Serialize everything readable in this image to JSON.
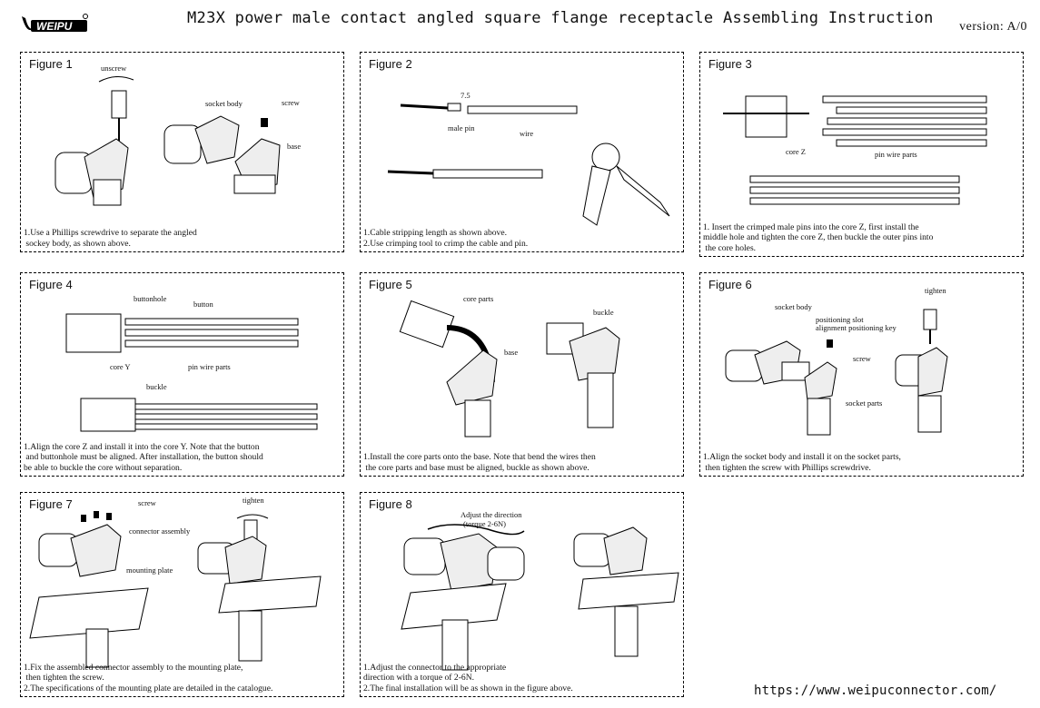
{
  "header": {
    "logo_text": "WEIPU",
    "title": "M23X power male contact angled square flange receptacle Assembling Instruction",
    "version": "version: A/0"
  },
  "figures": [
    {
      "label": "Figure 1",
      "callouts": [
        "unscrew",
        "socket body",
        "screw",
        "base"
      ],
      "caption": [
        "1.Use a Phillips screwdrive to separate the angled",
        " sockey body, as shown above."
      ]
    },
    {
      "label": "Figure 2",
      "callouts": [
        "7.5",
        "male pin",
        "wire"
      ],
      "caption": [
        "1.Cable stripping length as shown above.",
        "2.Use crimping tool to crimp the cable and pin."
      ]
    },
    {
      "label": "Figure 3",
      "callouts": [
        "core Z",
        "pin wire parts"
      ],
      "caption": [
        "1. Insert the crimped male pins into the core Z, first install the",
        "middle hole and tighten the core Z, then buckle the outer pins into",
        " the core holes."
      ]
    },
    {
      "label": "Figure 4",
      "callouts": [
        "buttonhole",
        "button",
        "core Y",
        "pin wire parts",
        "buckle"
      ],
      "caption": [
        "1.Align the core Z and install it into the core Y. Note that the button",
        " and buttonhole must be aligned. After installation, the button should",
        "be able to buckle the core without separation."
      ]
    },
    {
      "label": "Figure 5",
      "callouts": [
        "core parts",
        "buckle",
        "base"
      ],
      "caption": [
        "1.Install the core parts onto the base. Note that bend the wires then",
        " the core parts and base must be aligned, buckle as shown above."
      ]
    },
    {
      "label": "Figure 6",
      "callouts": [
        "tighten",
        "socket body",
        "positioning slot",
        "alignment positioning key",
        "screw",
        "socket parts"
      ],
      "caption": [
        "1.Align the socket body and install it on the socket parts,",
        " then tighten the screw with Phillips screwdrive."
      ]
    },
    {
      "label": "Figure 7",
      "callouts": [
        "screw",
        "tighten",
        "connector assembly",
        "mounting plate"
      ],
      "caption": [
        "1.Fix the assembled connector assembly to the mounting plate,",
        " then tighten the screw.",
        "2.The specifications of the mounting plate are detailed in the catalogue."
      ]
    },
    {
      "label": "Figure 8",
      "callouts": [
        "Adjust the direction",
        "(torque 2-6N)"
      ],
      "caption": [
        "1.Adjust the connector to the appropriate",
        "direction with a torque of 2-6N.",
        "2.The final installation will be as shown in the figure above."
      ]
    }
  ],
  "footer": {
    "url": "https://www.weipuconnector.com/"
  }
}
